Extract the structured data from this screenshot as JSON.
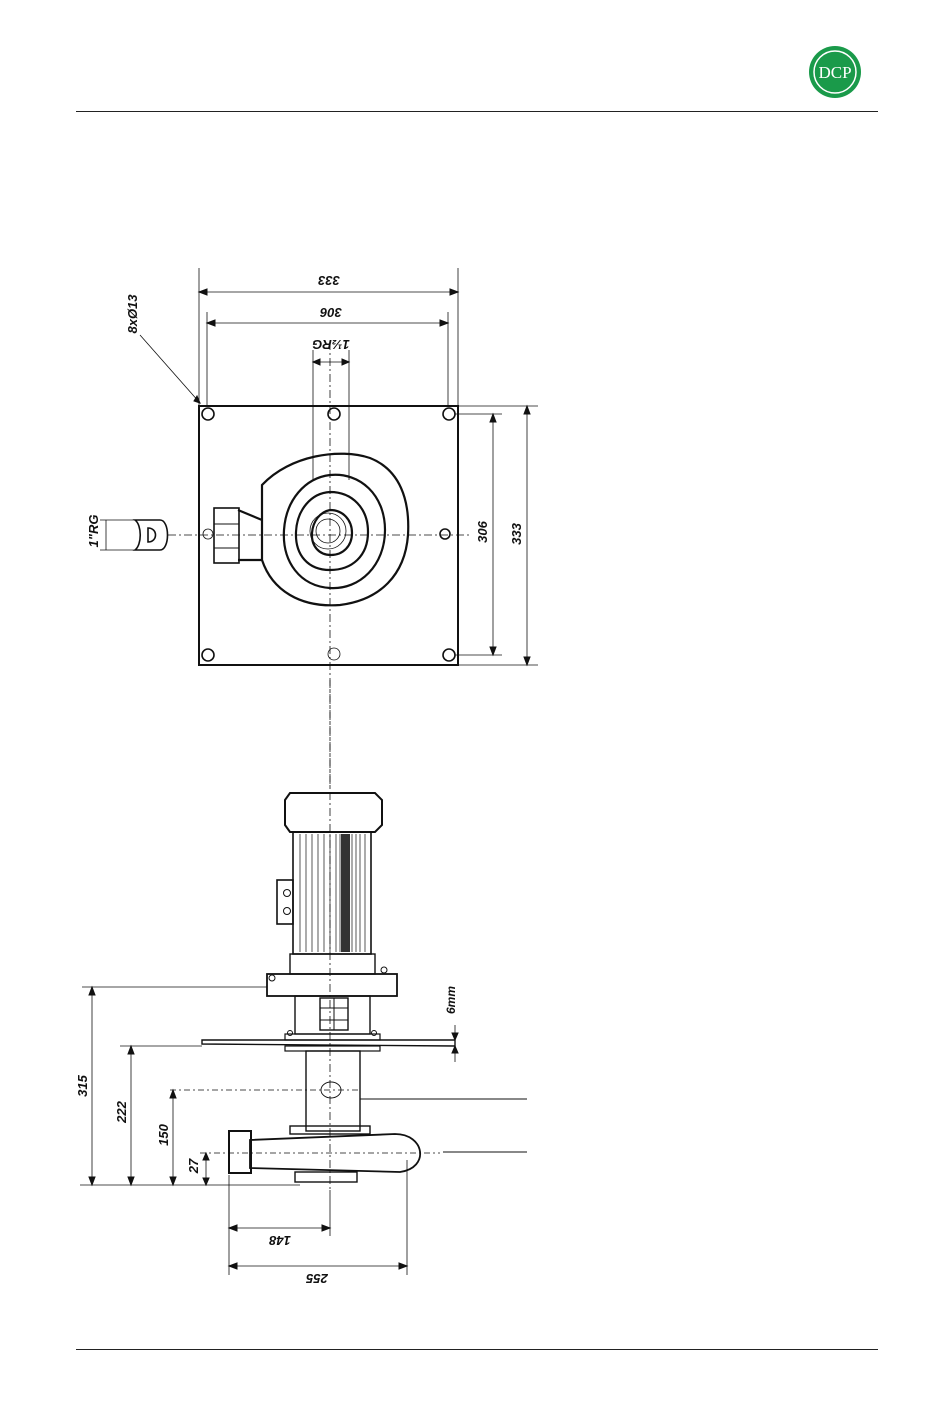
{
  "logo": {
    "text": "DCP",
    "color": "#1a9a4a"
  },
  "top_view": {
    "hole_callout": "8xØ13",
    "width_outer": "333",
    "width_inner": "306",
    "outlet_port": "1½RG",
    "side_port": "1\"RG",
    "height_inner": "306",
    "height_outer": "333"
  },
  "side_view": {
    "plate_thickness": "6mm",
    "dim_315": "315",
    "dim_222": "222",
    "dim_150": "150",
    "dim_27": "27",
    "dim_148": "148",
    "dim_255": "255"
  }
}
